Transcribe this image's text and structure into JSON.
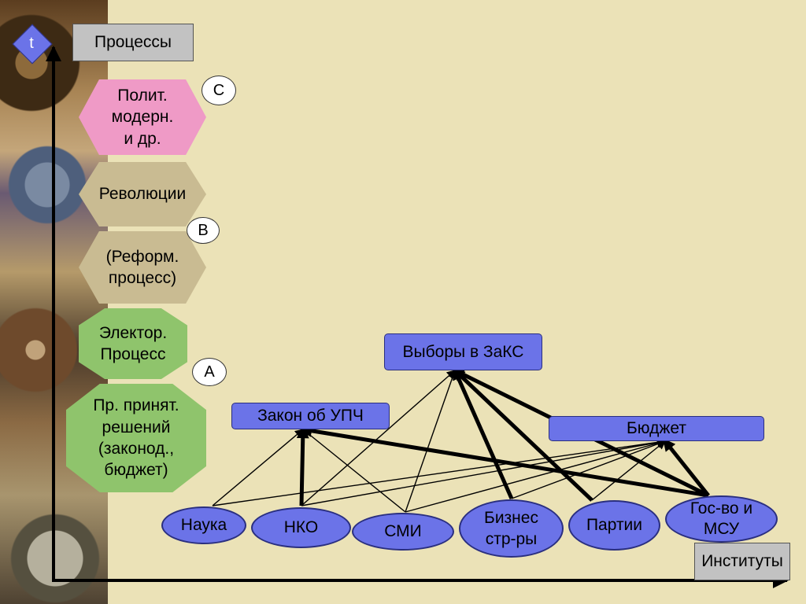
{
  "axes": {
    "time_label": "t",
    "y_title": "Процессы",
    "x_title": "Институты"
  },
  "processes": [
    {
      "id": "polit",
      "label": "Полит.\nмодерн.\nи др.",
      "color": "#ef9ac6"
    },
    {
      "id": "rev",
      "label": "Революции",
      "color": "#c9bb92"
    },
    {
      "id": "reform",
      "label": "(Реформ.\nпроцесс)",
      "color": "#c9bb92"
    },
    {
      "id": "elektor",
      "label": "Электор.\nПроцесс",
      "color": "#8fc46c"
    },
    {
      "id": "prinyat",
      "label": "Пр. принят.\nрешений\n(законод.,\nбюджет)",
      "color": "#8fc46c"
    }
  ],
  "levels": [
    {
      "id": "C",
      "label": "C"
    },
    {
      "id": "B",
      "label": "B"
    },
    {
      "id": "A",
      "label": "A"
    }
  ],
  "targets": [
    {
      "id": "vybory",
      "label": "Выборы в ЗаКС"
    },
    {
      "id": "zakon",
      "label": "Закон об УПЧ"
    },
    {
      "id": "budget",
      "label": "Бюджет"
    }
  ],
  "institutions": [
    {
      "id": "nauka",
      "label": "Наука"
    },
    {
      "id": "nko",
      "label": "НКО"
    },
    {
      "id": "smi",
      "label": "СМИ"
    },
    {
      "id": "biznes",
      "label": "Бизнес\nстр-ры"
    },
    {
      "id": "partii",
      "label": "Партии"
    },
    {
      "id": "gos",
      "label": "Гос-во и\nМСУ"
    }
  ],
  "colors": {
    "background": "#ebe2b7",
    "institution_fill": "#6b73e8",
    "arrow": "#000000"
  },
  "links": [
    {
      "from": "nauka",
      "to": "zakon",
      "weight": "thin"
    },
    {
      "from": "nauka",
      "to": "budget",
      "weight": "thin"
    },
    {
      "from": "nko",
      "to": "zakon",
      "weight": "thick"
    },
    {
      "from": "nko",
      "to": "vybory",
      "weight": "thin"
    },
    {
      "from": "nko",
      "to": "budget",
      "weight": "thin"
    },
    {
      "from": "smi",
      "to": "zakon",
      "weight": "thin"
    },
    {
      "from": "smi",
      "to": "vybory",
      "weight": "thin"
    },
    {
      "from": "smi",
      "to": "budget",
      "weight": "thin"
    },
    {
      "from": "biznes",
      "to": "vybory",
      "weight": "thick"
    },
    {
      "from": "biznes",
      "to": "budget",
      "weight": "thin"
    },
    {
      "from": "partii",
      "to": "vybory",
      "weight": "thick"
    },
    {
      "from": "partii",
      "to": "budget",
      "weight": "thin"
    },
    {
      "from": "gos",
      "to": "vybory",
      "weight": "thick"
    },
    {
      "from": "gos",
      "to": "zakon",
      "weight": "thick"
    },
    {
      "from": "gos",
      "to": "budget",
      "weight": "thick"
    }
  ]
}
